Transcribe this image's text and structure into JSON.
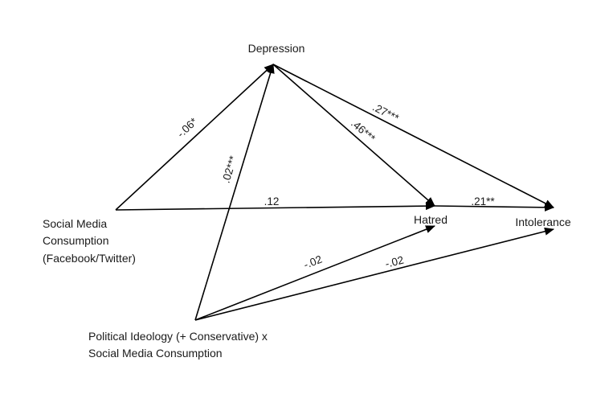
{
  "nodes": {
    "depression": {
      "label": "Depression"
    },
    "social_media": {
      "lines": [
        "Social Media",
        "Consumption",
        "(Facebook/Twitter)"
      ]
    },
    "hatred": {
      "label": "Hatred"
    },
    "intolerance": {
      "label": "Intolerance"
    },
    "ideology": {
      "lines": [
        "Political Ideology (+ Conservative) x",
        "Social Media Consumption"
      ]
    }
  },
  "paths": {
    "social_to_depression": {
      "coefficient": "-.06*"
    },
    "ideology_to_depression": {
      "coefficient": ".02***"
    },
    "depression_to_hatred": {
      "coefficient": ".46***"
    },
    "depression_to_intolerance": {
      "coefficient": ".27***"
    },
    "social_to_hatred": {
      "coefficient": ".12"
    },
    "hatred_to_intolerance": {
      "coefficient": ".21**"
    },
    "ideology_to_hatred": {
      "coefficient": "-.02"
    },
    "ideology_to_intolerance": {
      "coefficient": "-.02"
    }
  },
  "colors": {
    "line": "#000000",
    "text": "#1a1a1a",
    "background": "#ffffff"
  }
}
